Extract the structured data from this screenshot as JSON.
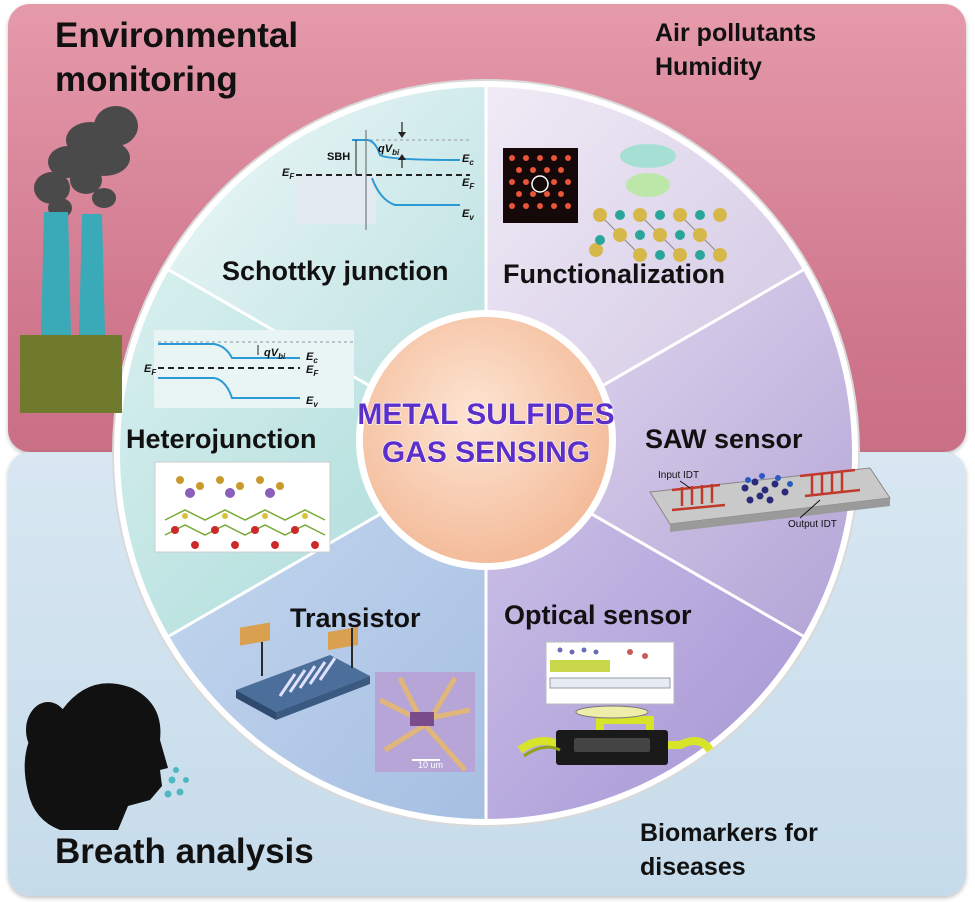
{
  "title": {
    "line1": "METAL SULFIDES",
    "line2": "GAS SENSING"
  },
  "top_panel": {
    "heading_line1": "Environmental",
    "heading_line2": "monitoring",
    "targets_line1": "Air pollutants",
    "targets_line2": "Humidity"
  },
  "bottom_panel": {
    "heading": "Breath analysis",
    "targets_line1": "Biomarkers for",
    "targets_line2": "diseases"
  },
  "segments": {
    "schottky": "Schottky junction",
    "functionalization": "Functionalization",
    "saw": "SAW sensor",
    "optical": "Optical sensor",
    "transistor": "Transistor",
    "heterojunction": "Heterojunction"
  },
  "band_labels": {
    "sbh": "SBH",
    "qvbi": "qV",
    "qvbi_sub": "bi",
    "ec": "E",
    "ec_sub": "c",
    "ef": "E",
    "ef_sub": "F",
    "ev": "E",
    "ev_sub": "v"
  },
  "saw_labels": {
    "input": "Input IDT",
    "output": "Output IDT"
  },
  "scale_bar": "10 um",
  "colors": {
    "top_panel": "#d27a90",
    "bottom_panel": "#cfe1ee",
    "center_disk": "#f7c8a8",
    "title_text": "#5b2fc8",
    "factory": "#3aa9b8",
    "factory_base": "#6f7a2c"
  }
}
